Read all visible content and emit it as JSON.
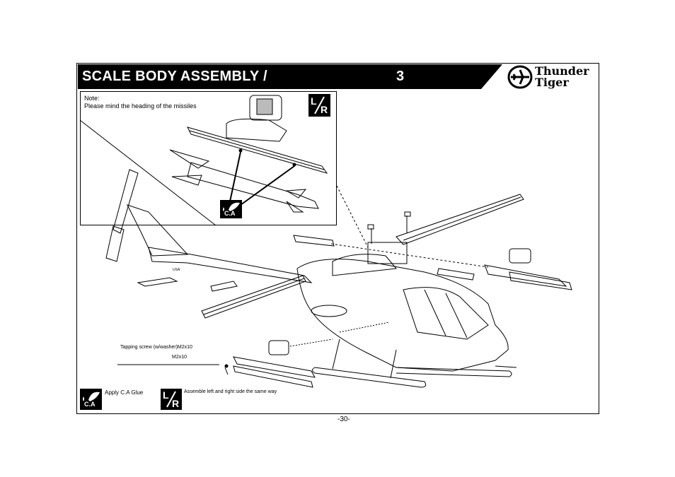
{
  "header": {
    "title": "SCALE BODY ASSEMBLY /",
    "step": "3"
  },
  "brand": {
    "line1": "Thunder",
    "line2": "Tiger"
  },
  "note": {
    "label": "Note:",
    "text": "Please mind the heading of the missiles"
  },
  "callouts": {
    "screw": "Tapping screw (w/washer)M2x10",
    "screw_size": "M2x10",
    "ca_badge": "C.A",
    "lr_letters": [
      "L",
      "R"
    ]
  },
  "legend": {
    "ca_label": "Apply C.A Glue",
    "lr_label": "Assemble left and right side the same way"
  },
  "footer": {
    "page": "-30-"
  },
  "colors": {
    "ink": "#000000",
    "paper": "#ffffff"
  }
}
